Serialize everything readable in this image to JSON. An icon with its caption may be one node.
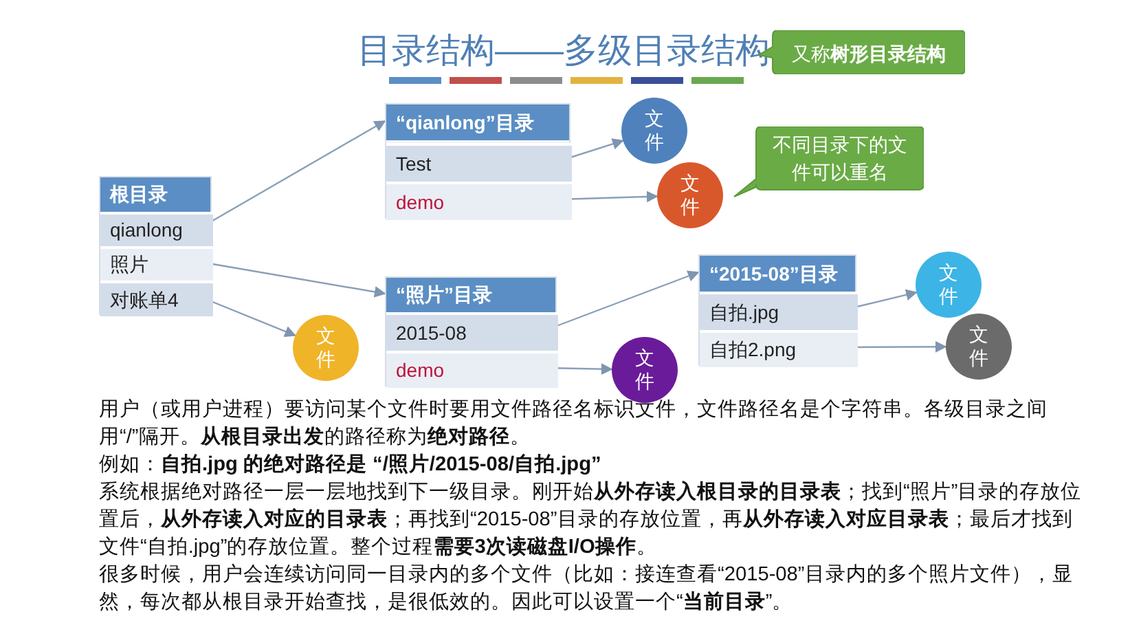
{
  "diagram": {
    "title": "目录结构——多级目录结构",
    "nodes": [
      {
        "text": [
          "又称**树形目录结构**"
        ]
      },
      {
        "text": [
          "“qianlong”目录"
        ]
      },
      {
        "text": [
          "Test"
        ],
        "in": 1
      },
      {
        "text": [
          "demo"
        ],
        "in": 1
      },
      {
        "text": [
          "文件"
        ]
      },
      {
        "text": [
          "不同目录下的文件可以重名"
        ]
      },
      {
        "text": [
          "根目录"
        ]
      },
      {
        "text": [
          "qianlong"
        ],
        "in": 6
      },
      {
        "text": [
          "照片"
        ],
        "in": 6
      },
      {
        "text": [
          "对账单4"
        ],
        "in": 6
      },
      {
        "text": [
          "文件"
        ]
      },
      {
        "text": [
          "“2015-08”目录"
        ]
      },
      {
        "text": [
          "自拍.jpg"
        ],
        "in": 11
      },
      {
        "text": [
          "自拍2.png"
        ],
        "in": 11
      },
      {
        "text": [
          "文件"
        ]
      },
      {
        "text": [
          "“照片”目录"
        ]
      },
      {
        "text": [
          "2015-08"
        ],
        "in": 15
      },
      {
        "text": [
          "demo"
        ],
        "in": 15
      },
      {
        "text": [
          "文件"
        ]
      },
      {
        "text": [
          "文件"
        ]
      },
      {
        "text": [
          "文件"
        ]
      }
    ],
    "edges": [
      {
        "from": 7,
        "to": 1,
        "arrow": "to"
      },
      {
        "from": 2,
        "to": 4,
        "arrow": "to"
      },
      {
        "from": 3,
        "to": 10,
        "arrow": "to"
      },
      {
        "from": 8,
        "to": 15,
        "arrow": "to"
      },
      {
        "from": 9,
        "to": 18,
        "arrow": "to"
      },
      {
        "from": 16,
        "to": 11,
        "arrow": "to"
      },
      {
        "from": 17,
        "to": 20,
        "arrow": "to"
      },
      {
        "from": 12,
        "to": 14,
        "arrow": "to"
      },
      {
        "from": 13,
        "to": 19,
        "arrow": "to"
      }
    ],
    "labels": [
      "用户（或用户进程）要访问某个文件时要用文件路径名标识文件，文件路径名是个字符串。各级目录之间用“/”隔开。**从根目录出发**的路径称为**绝对路径**。",
      "例如：**自拍.jpg 的绝对路径是 “/照片/2015-08/自拍.jpg”**",
      "系统根据绝对路径一层一层地找到下一级目录。刚开始**从外存读入根目录的目录表**；找到“照片”目录的存放位置后，**从外存读入对应的目录表**；再找到“2015-08”目录的存放位置，再**从外存读入对应目录表**；最后才找到文件“自拍.jpg”的存放位置。整个过程**需要3次读磁盘I/O操作**。",
      "很多时候，用户会连续访问同一目录内的多个文件（比如：接连查看“2015-08”目录内的多个照片文件），显然，每次都从根目录开始查找，是很低效的。因此可以设置一个“**当前目录**”。"
    ]
  }
}
